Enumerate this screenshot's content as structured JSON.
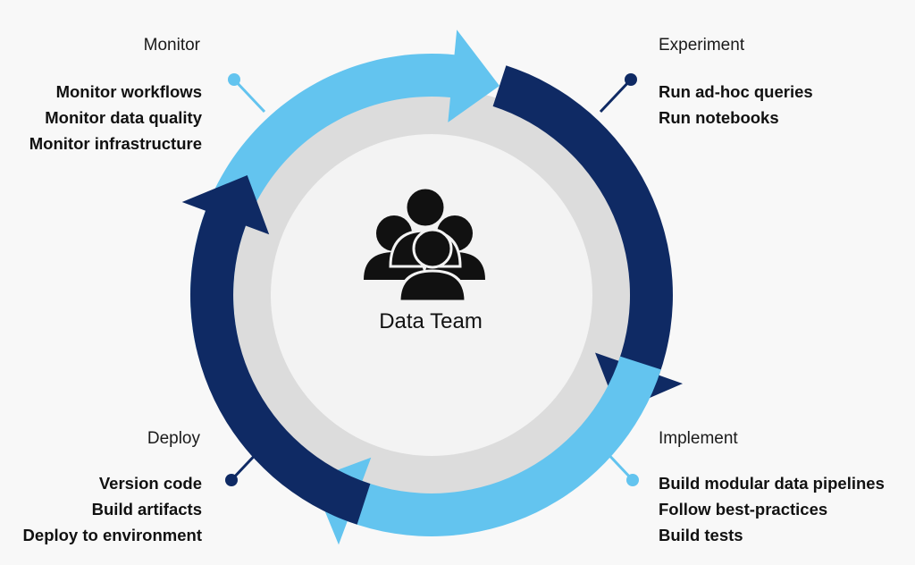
{
  "center": {
    "label": "Data Team",
    "icon": "people-group-icon"
  },
  "phases": {
    "monitor": {
      "title": "Monitor",
      "items": [
        "Monitor workflows",
        "Monitor data quality",
        "Monitor infrastructure"
      ]
    },
    "experiment": {
      "title": "Experiment",
      "items": [
        "Run ad-hoc queries",
        "Run notebooks"
      ]
    },
    "implement": {
      "title": "Implement",
      "items": [
        "Build modular data pipelines",
        "Follow best-practices",
        "Build tests"
      ]
    },
    "deploy": {
      "title": "Deploy",
      "items": [
        "Version code",
        "Build artifacts",
        "Deploy to environment"
      ]
    }
  },
  "colors": {
    "dark_navy": "#0f2a64",
    "light_blue": "#63c4ef",
    "inner_ring": "#dcdcdc",
    "inner_disc": "#f3f3f3",
    "icon": "#111111",
    "background": "#f8f8f8"
  }
}
